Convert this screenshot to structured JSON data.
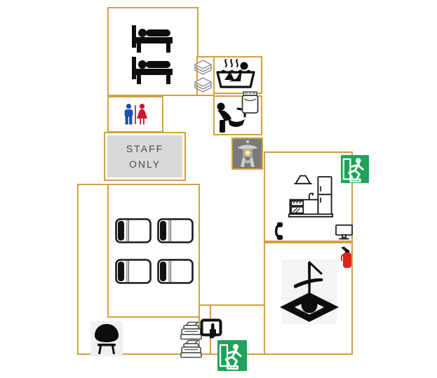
{
  "map_title": "guesthouse-floor-plan",
  "staff_room": {
    "label_line1": "STAFF",
    "label_line2": "ONLY"
  },
  "rooms": [
    "dormitory-bunk-room",
    "linen-closet",
    "bath-room",
    "laundry-washroom",
    "toilet-room",
    "staff-only-room",
    "garden-lantern-spot",
    "kitchen-common-room",
    "irori-hearth-room",
    "futon-dorm-room",
    "lounge-reception",
    "entrance-vestibule"
  ],
  "icon_inventory": [
    "bed-icon",
    "bed-icon",
    "linen-stack-icon",
    "linen-stack-icon",
    "bath-icon",
    "wash-basin-icon",
    "washing-machine-icon",
    "mens-toilet-icon",
    "womens-toilet-icon",
    "stone-lantern-icon",
    "kitchen-icon",
    "emergency-exit-icon",
    "phone-icon",
    "tv-icon",
    "fire-extinguisher-icon",
    "irori-hearth-icon",
    "futon-icon",
    "futon-icon",
    "futon-icon",
    "futon-icon",
    "armchair-icon",
    "printer-icon",
    "printer-icon",
    "checkin-kiosk-icon",
    "emergency-exit-icon"
  ],
  "colors": {
    "wall": "#d3a040",
    "staff_bg": "#d9d9d9",
    "staff_text": "#4c4c4c",
    "lantern_bg": "#7a7a7a",
    "exit_green": "#1ea35a",
    "man_blue": "#1c4fb2",
    "woman_red": "#cf1434",
    "divider_red": "#8a5a60",
    "extinguisher_red": "#e32119",
    "icon_black": "#0d0d0d",
    "outline_gray": "#8d8d8d"
  }
}
